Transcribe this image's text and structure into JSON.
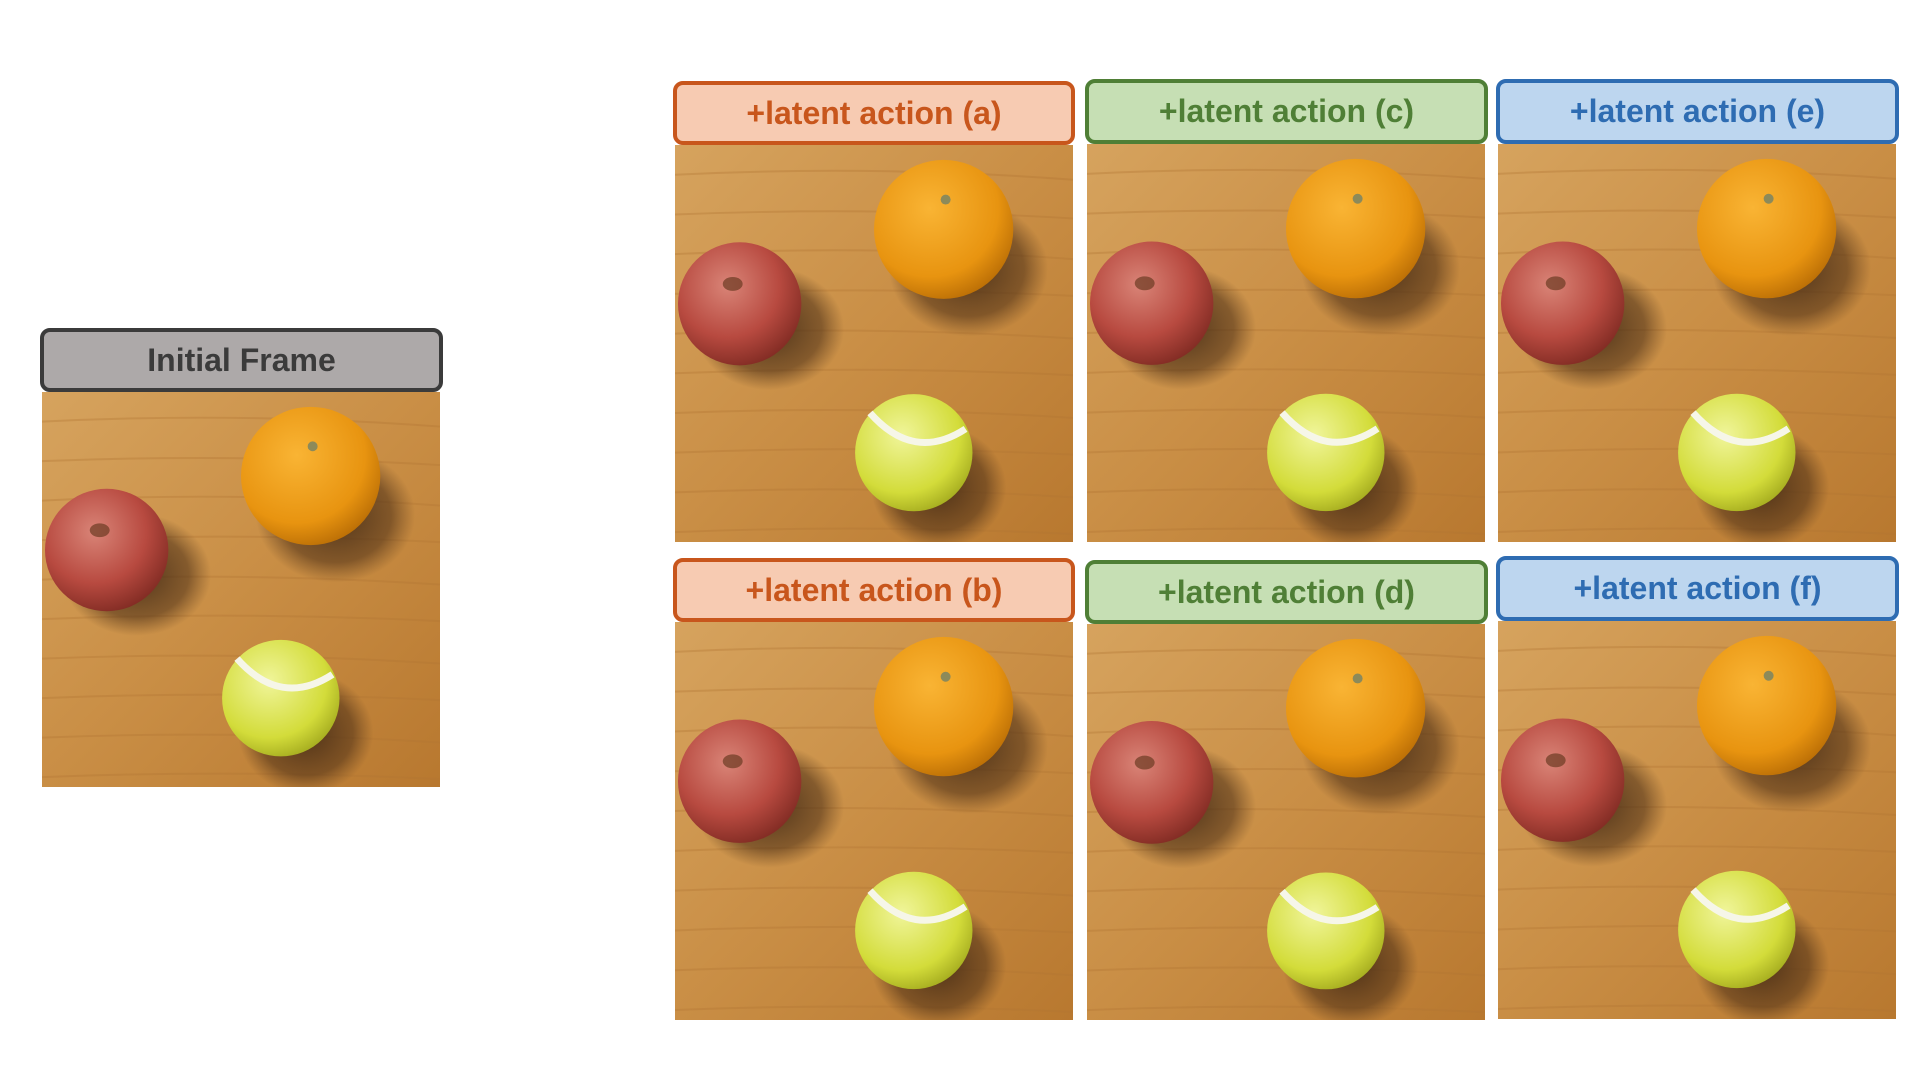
{
  "initial": {
    "label": "Initial Frame"
  },
  "variants": [
    {
      "label": "+latent action (a)",
      "theme": "orange"
    },
    {
      "label": "+latent action (c)",
      "theme": "green"
    },
    {
      "label": "+latent action (e)",
      "theme": "blue"
    },
    {
      "label": "+latent action (b)",
      "theme": "orange"
    },
    {
      "label": "+latent action (d)",
      "theme": "green"
    },
    {
      "label": "+latent action (f)",
      "theme": "blue"
    }
  ],
  "colors": {
    "gray_fill": "#ADA9A9",
    "gray_border": "#3B3B3B",
    "orange_fill": "#F7CBB2",
    "orange_border": "#C8561C",
    "green_fill": "#C6DFB4",
    "green_border": "#4F7F36",
    "blue_fill": "#BDD6EF",
    "blue_border": "#2E6CB2",
    "table_wood": "#C98E45"
  },
  "scene_objects": [
    "apple",
    "orange",
    "tennis-ball"
  ]
}
